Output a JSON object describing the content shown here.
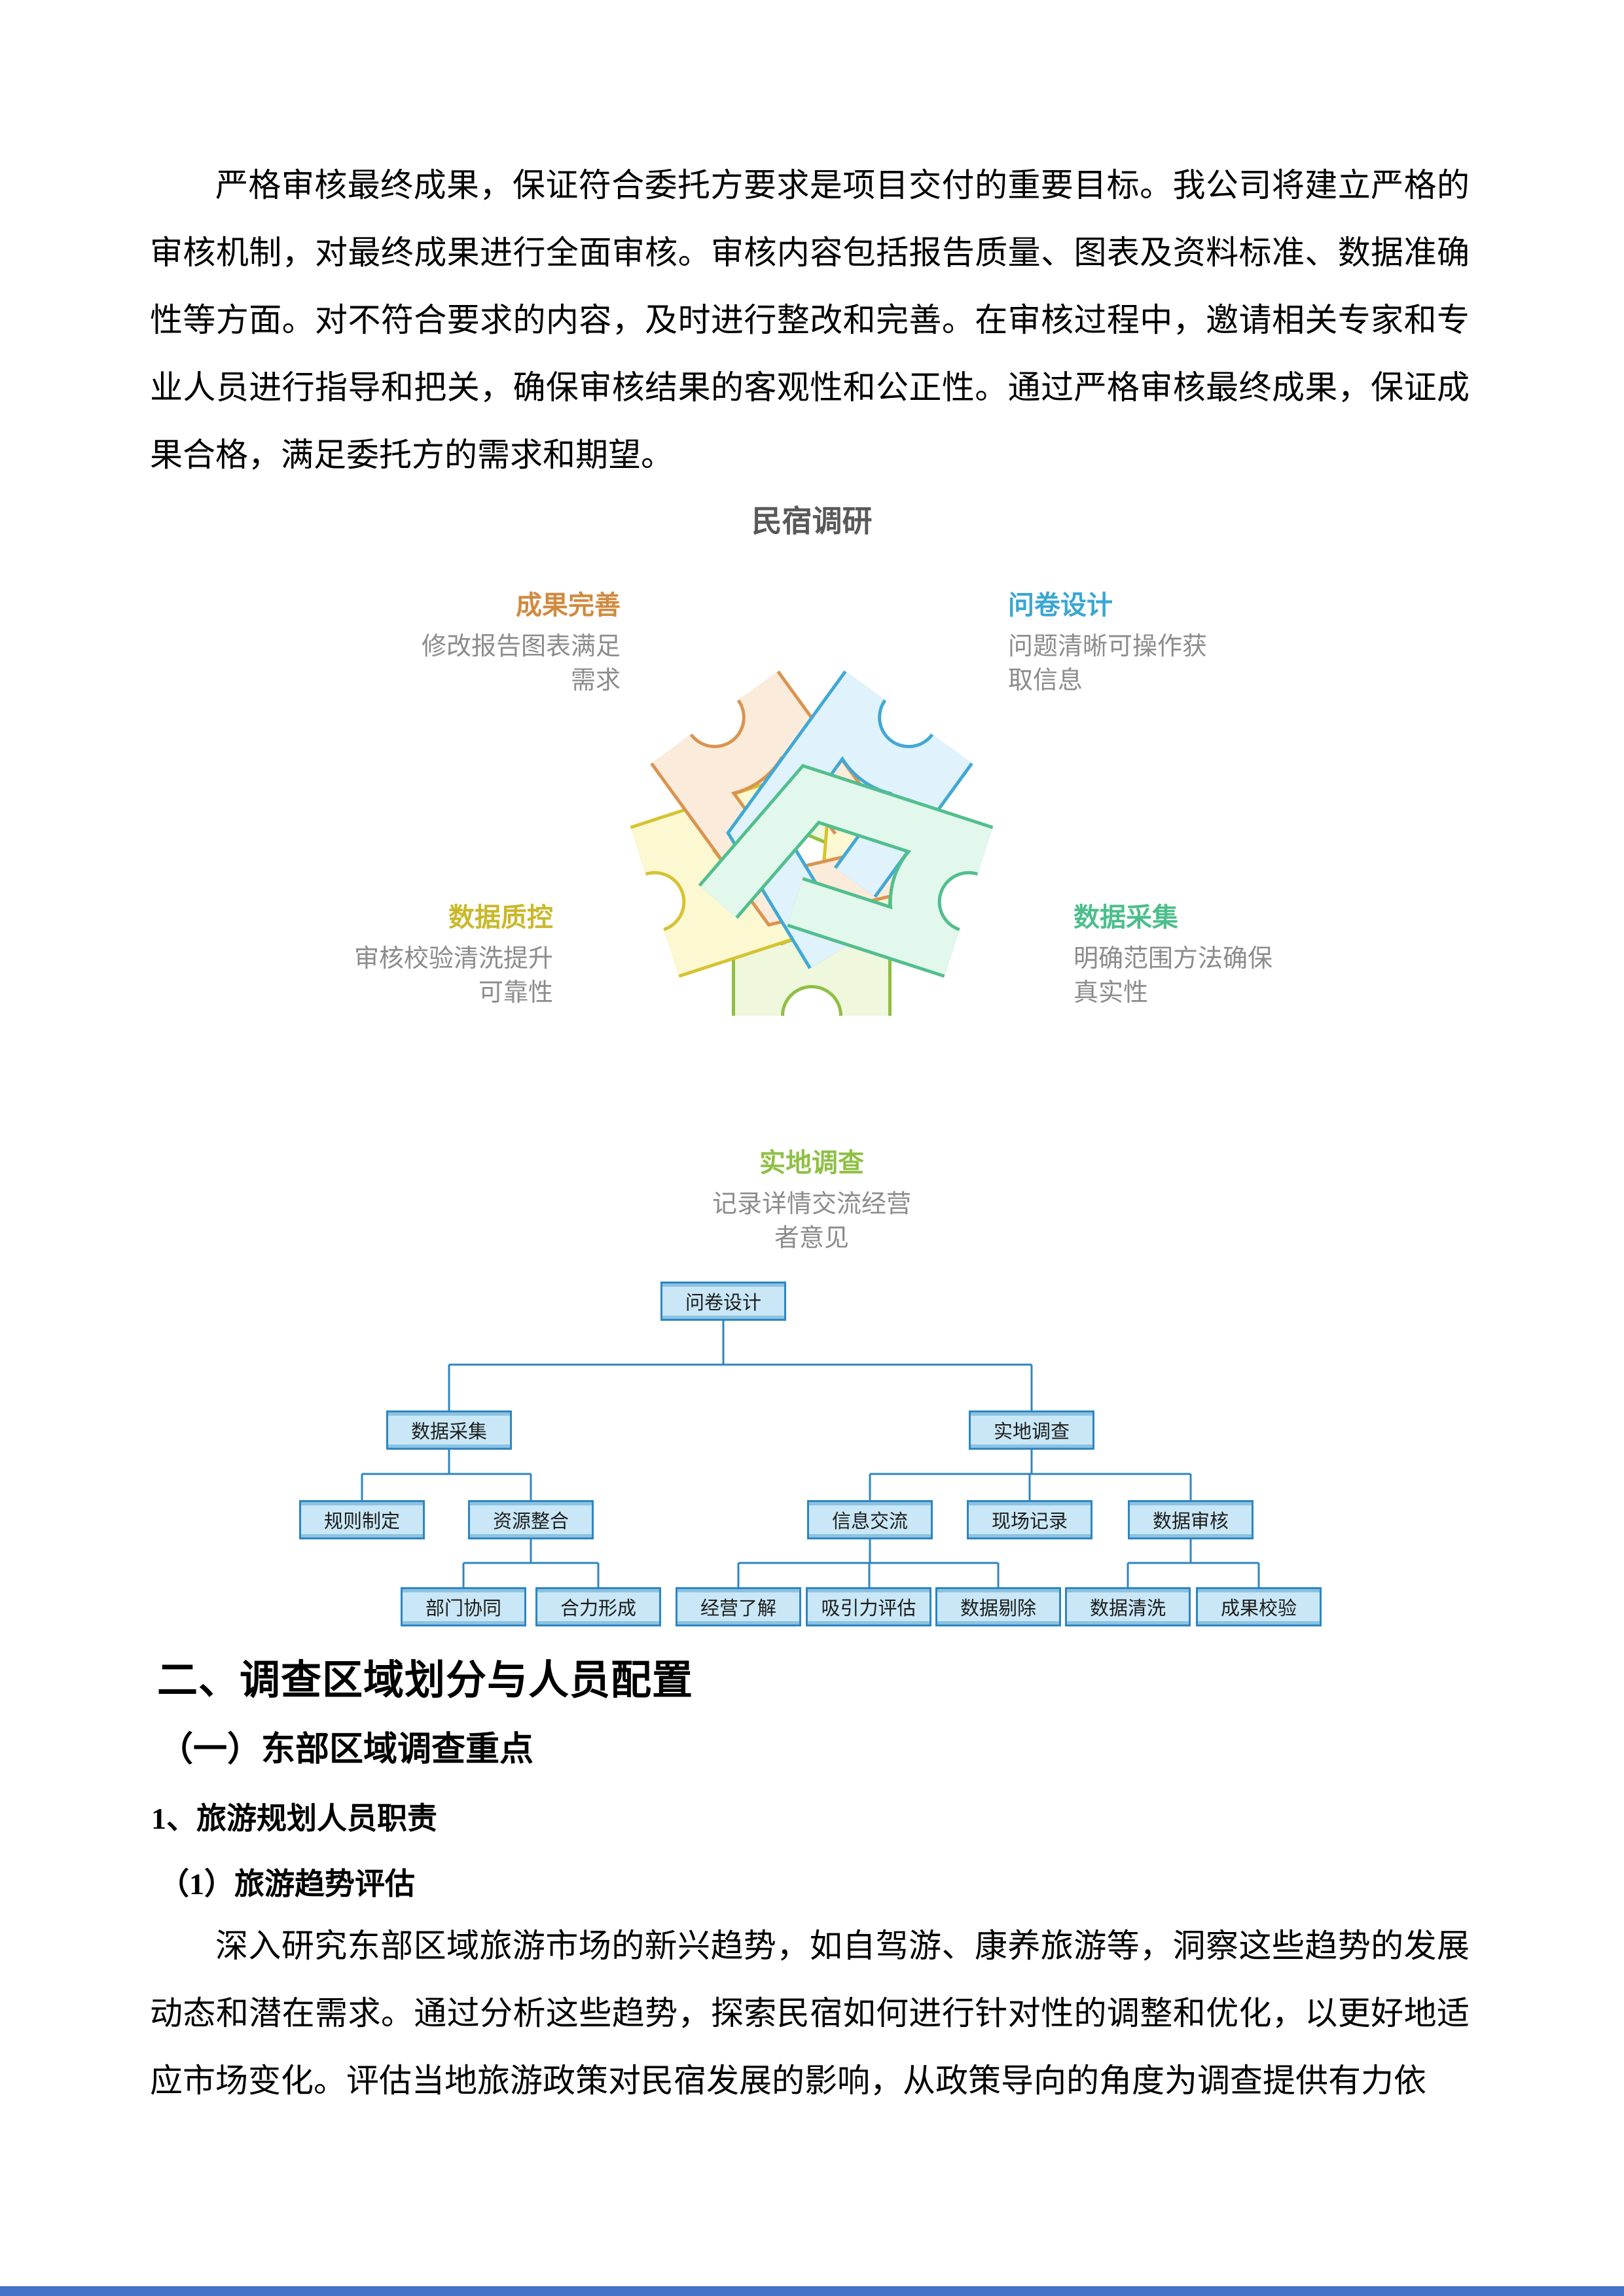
{
  "doc": {
    "intro_paragraph": "严格审核最终成果，保证符合委托方要求是项目交付的重要目标。我公司将建立严格的审核机制，对最终成果进行全面审核。审核内容包括报告质量、图表及资料标准、数据准确性等方面。对不符合要求的内容，及时进行整改和完善。在审核过程中，邀请相关专家和专业人员进行指导和把关，确保审核结果的客观性和公正性。通过严格审核最终成果，保证成果合格，满足委托方的需求和期望。",
    "figure": {
      "title": "民宿调研",
      "title_color": "#595959",
      "desc_color": "#8C8C8C",
      "nodes": [
        {
          "label": "成果完善",
          "desc": "修改报告图表满足需求",
          "color": "#D08A3E",
          "stroke": "#DA9450",
          "fill": "#FBEBDA"
        },
        {
          "label": "问卷设计",
          "desc": "问题清晰可操作获取信息",
          "color": "#3AA6D2",
          "stroke": "#41A8D4",
          "fill": "#E0F2FB"
        },
        {
          "label": "数据质控",
          "desc": "审核校验清洗提升可靠性",
          "color": "#C9B82A",
          "stroke": "#D6C332",
          "fill": "#FBF8D2"
        },
        {
          "label": "数据采集",
          "desc": "明确范围方法确保真实性",
          "color": "#4CBE8C",
          "stroke": "#52BE8E",
          "fill": "#E2F8ED"
        },
        {
          "label": "实地调查",
          "desc": "记录详情交流经营者意见",
          "color": "#8FC045",
          "stroke": "#8FBF44",
          "fill": "#EFF7DC"
        }
      ]
    },
    "org": {
      "connector_color": "#2E86C1",
      "box_fill": "#C9E7F6",
      "box_border": "#2E86C1",
      "root": "问卷设计",
      "l2": [
        "数据采集",
        "实地调查"
      ],
      "l3": [
        "规则制定",
        "资源整合",
        "信息交流",
        "现场记录",
        "数据审核"
      ],
      "l4": [
        "部门协同",
        "合力形成",
        "经营了解",
        "吸引力评估",
        "数据剔除",
        "数据清洗",
        "成果校验"
      ]
    },
    "headings": {
      "h1": "二、调查区域划分与人员配置",
      "h2": "（一）东部区域调查重点",
      "h3": "1、旅游规划人员职责",
      "h4": "（1）旅游趋势评估"
    },
    "body_paragraph": "深入研究东部区域旅游市场的新兴趋势，如自驾游、康养旅游等，洞察这些趋势的发展动态和潜在需求。通过分析这些趋势，探索民宿如何进行针对性的调整和优化，以更好地适应市场变化。评估当地旅游政策对民宿发展的影响，从政策导向的角度为调查提供有力依",
    "footer_bar_color": "#4472C4"
  }
}
